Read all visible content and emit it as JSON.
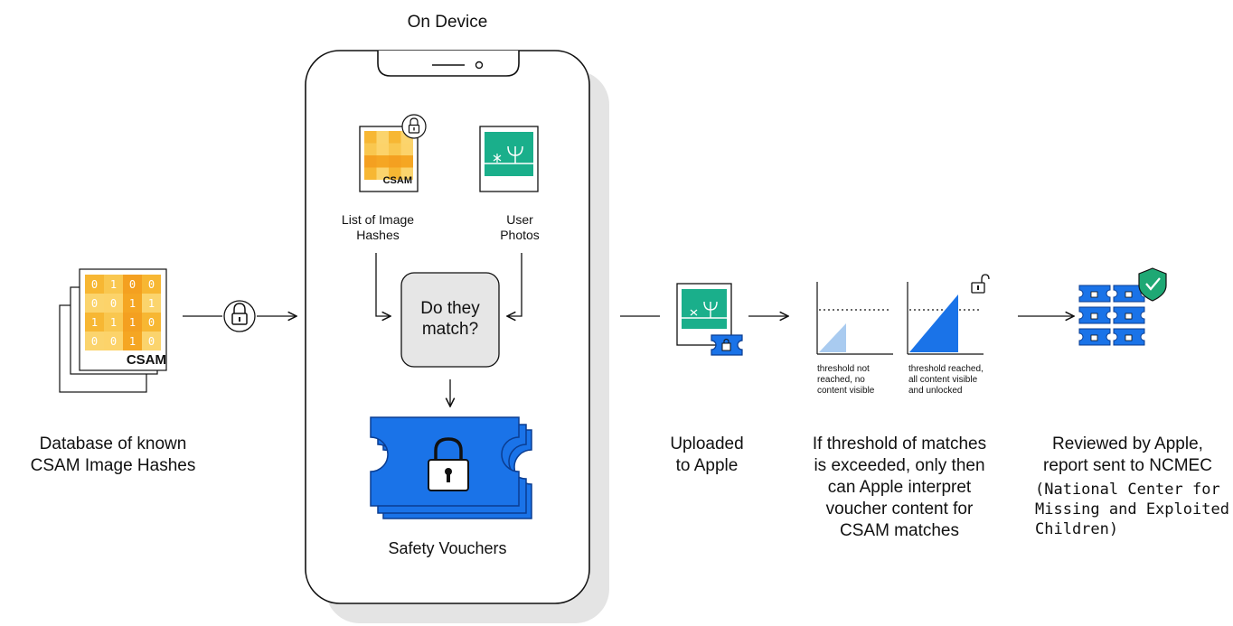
{
  "title": "On Device",
  "database": {
    "label_line1": "Database of known",
    "label_line2": "CSAM Image Hashes",
    "card_label": "CSAM",
    "bits": [
      "0",
      "1",
      "0",
      "0",
      "0",
      "0",
      "1",
      "1",
      "1",
      "1",
      "1",
      "0",
      "0",
      "0",
      "1",
      "0"
    ]
  },
  "device": {
    "hash_list_card_label": "CSAM",
    "hash_list_label_line1": "List of Image",
    "hash_list_label_line2": "Hashes",
    "user_photos_label_line1": "User",
    "user_photos_label_line2": "Photos",
    "match_question_line1": "Do",
    "match_question_line2": "they",
    "match_question_line3": "match?",
    "vouchers_label": "Safety Vouchers"
  },
  "upload": {
    "label_line1": "Uploaded",
    "label_line2": "to Apple"
  },
  "threshold": {
    "left_caption_line1": "threshold not",
    "left_caption_line2": "reached, no",
    "left_caption_line3": "content visible",
    "right_caption_line1": "threshold reached,",
    "right_caption_line2": "all content visible",
    "right_caption_line3": "and unlocked",
    "label_line1": "If threshold of matches",
    "label_line2": "is exceeded, only then",
    "label_line3": "can Apple interpret",
    "label_line4": "voucher content for",
    "label_line5": "CSAM matches"
  },
  "review": {
    "label_line1": "Reviewed by Apple,",
    "label_line2": "report sent to NCMEC",
    "note_line1": "(National Center for",
    "note_line2": "Missing and Exploited",
    "note_line3": "Children)"
  },
  "colors": {
    "voucher_blue": "#1a73e8",
    "voucher_dark": "#0b3d91",
    "hash_orange": "#f5a623",
    "photo_green": "#1aaf8b",
    "check_green": "#1ea874",
    "shadow_gray": "#e4e4e4"
  },
  "icons": [
    "lock-icon",
    "unlock-icon",
    "arrow-right-icon",
    "arrow-down-icon",
    "check-shield-icon"
  ]
}
